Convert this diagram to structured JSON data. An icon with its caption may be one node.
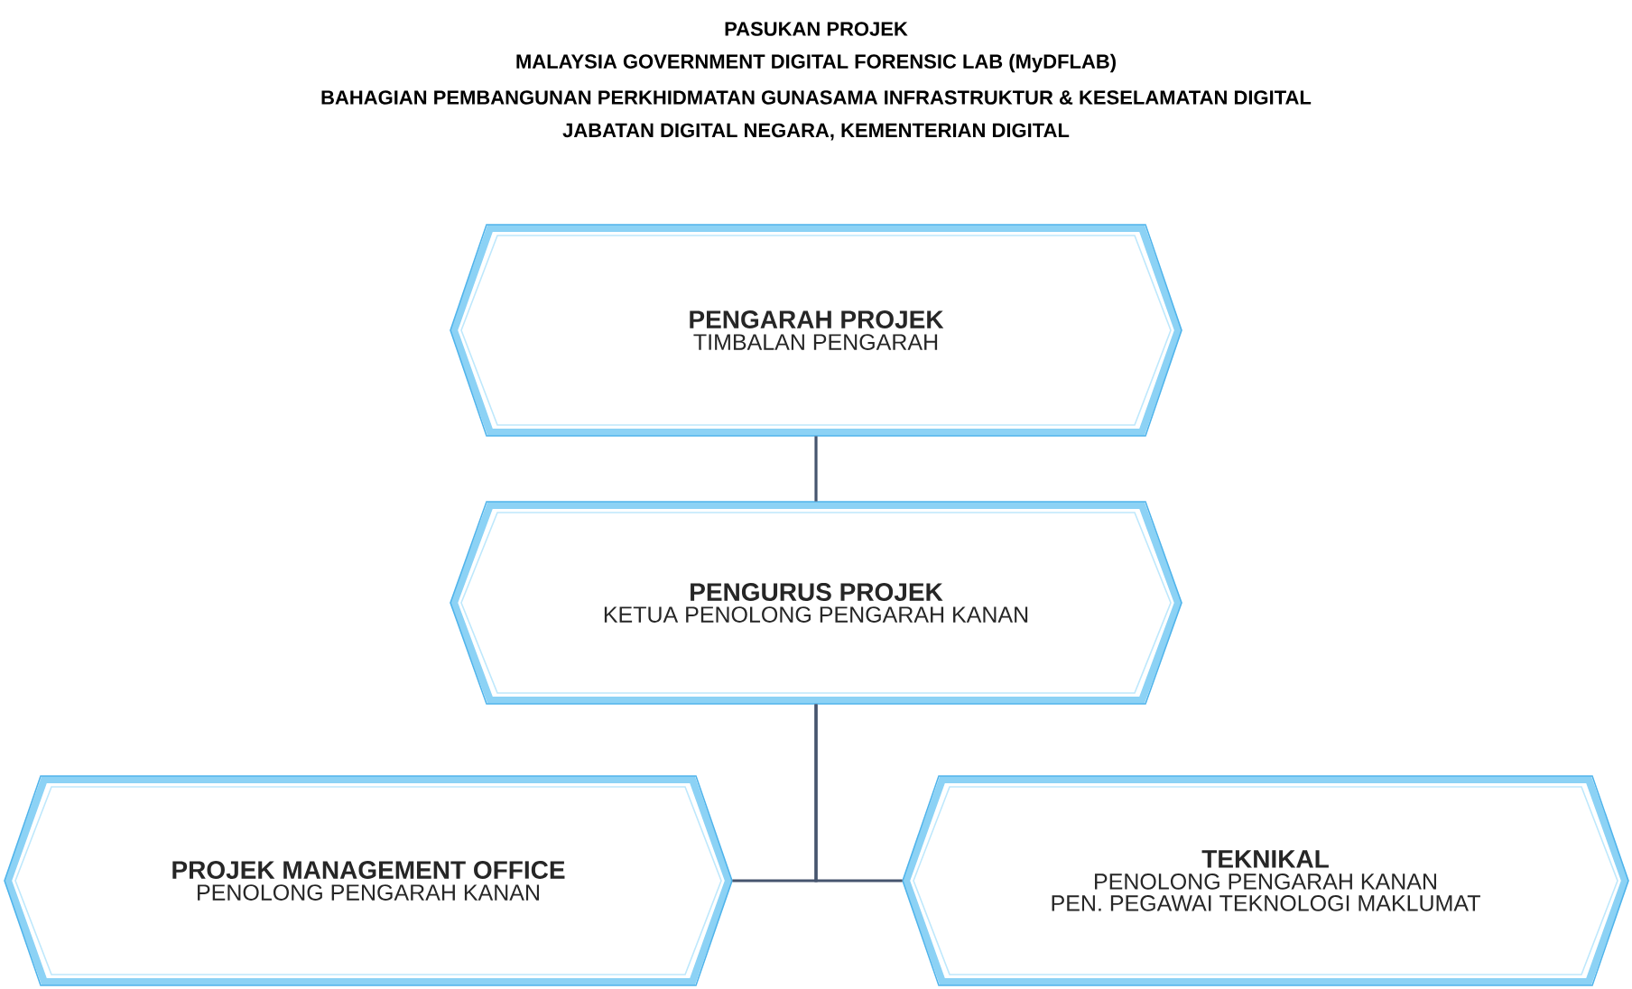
{
  "diagram": {
    "title": "PASUKAN PROJEK",
    "nodes": [
      {
        "text": [
          "PENGARAH PROJEK",
          "TIMBALAN PENGARAH"
        ]
      },
      {
        "text": [
          "PENGURUS PROJEK",
          "KETUA PENOLONG PENGARAH KANAN"
        ]
      },
      {
        "text": [
          "PROJEK MANAGEMENT OFFICE",
          "PENOLONG PENGARAH KANAN"
        ]
      },
      {
        "text": [
          "TEKNIKAL",
          "PENOLONG PENGARAH KANAN",
          "PEN. PEGAWAI TEKNOLOGI MAKLUMAT"
        ]
      }
    ],
    "edges": [
      {
        "from": 0,
        "to": 1,
        "arrow": "none"
      },
      {
        "from": 1,
        "to": 2,
        "arrow": "none"
      },
      {
        "from": 1,
        "to": 3,
        "arrow": "none"
      }
    ],
    "labels": [
      "MALAYSIA GOVERNMENT DIGITAL FORENSIC LAB (MyDFLAB)",
      "BAHAGIAN PEMBANGUNAN PERKHIDMATAN GUNASAMA INFRASTRUKTUR & KESELAMATAN DIGITAL",
      "JABATAN DIGITAL NEGARA, KEMENTERIAN DIGITAL"
    ]
  }
}
